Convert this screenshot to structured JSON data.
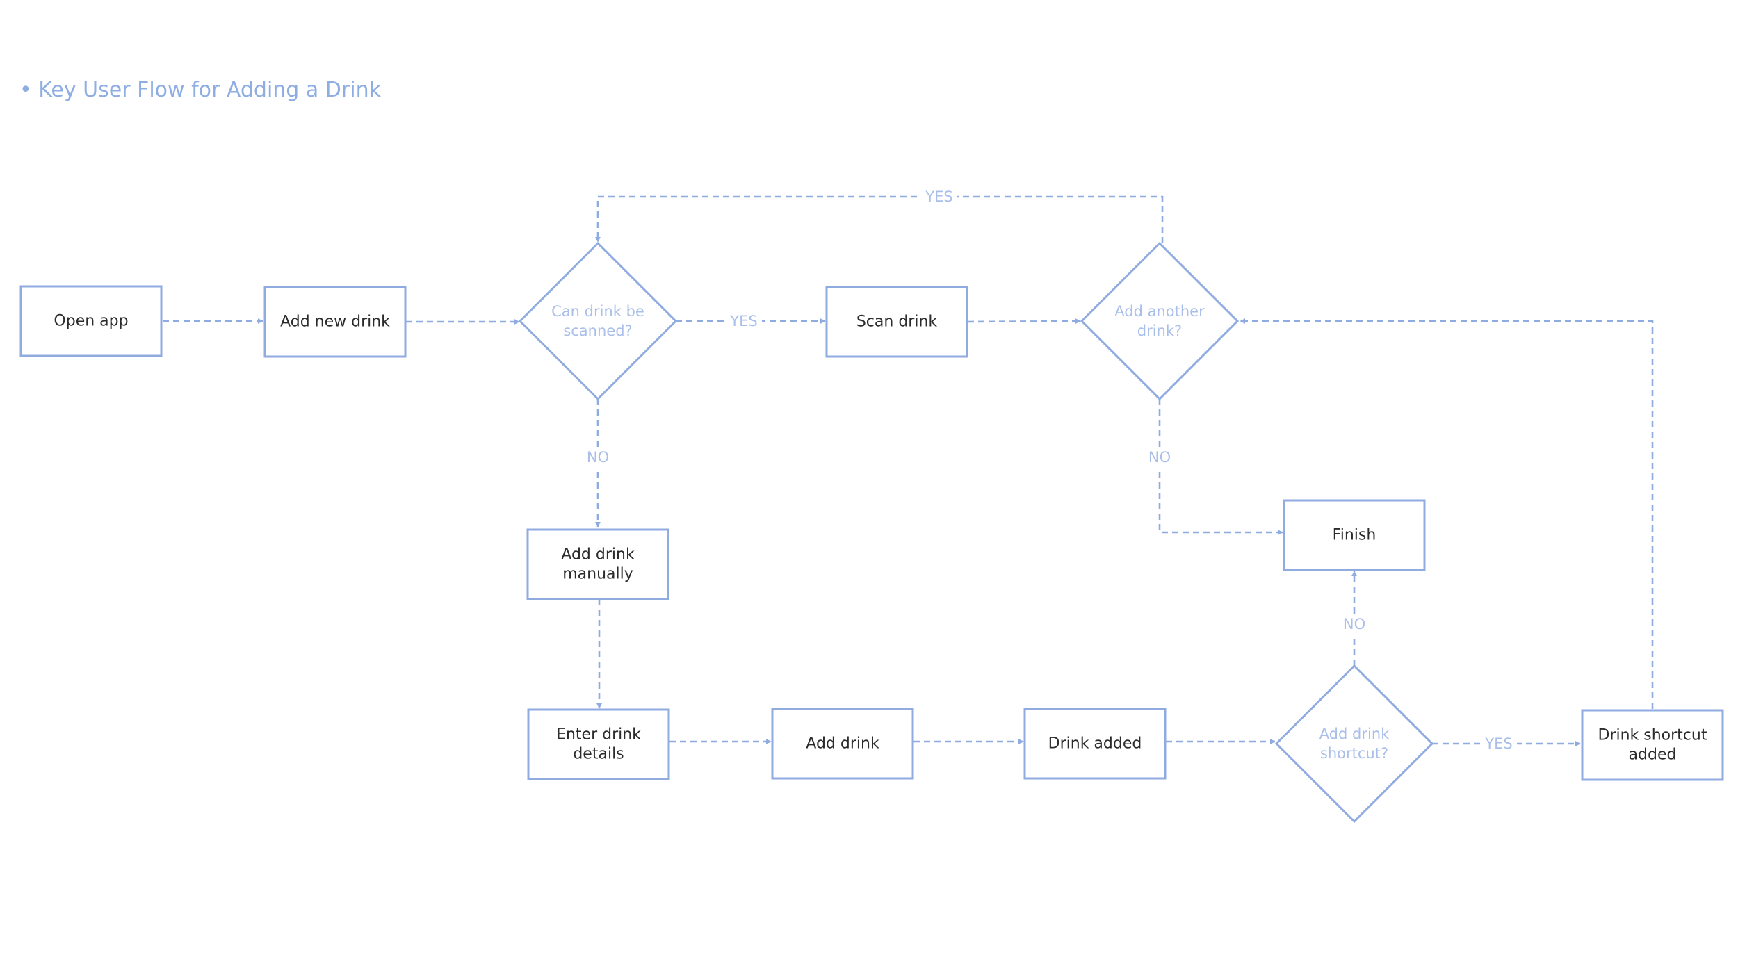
{
  "title": "• Key User Flow for Adding a Drink",
  "colors": {
    "line": "#8fabe0",
    "heading": "#8eaee3",
    "decision_text": "#a9bfe9",
    "box_text": "#2b2b2b"
  },
  "nodes": [
    {
      "id": "open_app",
      "shape": "process",
      "lines": [
        "Open app"
      ]
    },
    {
      "id": "add_new_drink",
      "shape": "process",
      "lines": [
        "Add new drink"
      ]
    },
    {
      "id": "can_scan",
      "shape": "decision",
      "lines": [
        "Can drink be",
        "scanned?"
      ]
    },
    {
      "id": "scan_drink",
      "shape": "process",
      "lines": [
        "Scan drink"
      ]
    },
    {
      "id": "add_another",
      "shape": "decision",
      "lines": [
        "Add another",
        "drink?"
      ]
    },
    {
      "id": "add_manually",
      "shape": "process",
      "lines": [
        "Add drink",
        "manually"
      ]
    },
    {
      "id": "finish",
      "shape": "process",
      "lines": [
        "Finish"
      ]
    },
    {
      "id": "enter_details",
      "shape": "process",
      "lines": [
        "Enter drink",
        "details"
      ]
    },
    {
      "id": "add_drink",
      "shape": "process",
      "lines": [
        "Add drink"
      ]
    },
    {
      "id": "drink_added",
      "shape": "process",
      "lines": [
        "Drink added"
      ]
    },
    {
      "id": "add_shortcut",
      "shape": "decision",
      "lines": [
        "Add drink",
        "shortcut?"
      ]
    },
    {
      "id": "shortcut_added",
      "shape": "process",
      "lines": [
        "Drink shortcut",
        "added"
      ]
    }
  ],
  "edges": [
    {
      "from": "open_app",
      "to": "add_new_drink",
      "label": ""
    },
    {
      "from": "add_new_drink",
      "to": "can_scan",
      "label": ""
    },
    {
      "from": "can_scan",
      "to": "scan_drink",
      "label": "YES"
    },
    {
      "from": "scan_drink",
      "to": "add_another",
      "label": ""
    },
    {
      "from": "add_another",
      "to": "can_scan",
      "label": "YES"
    },
    {
      "from": "can_scan",
      "to": "add_manually",
      "label": "NO"
    },
    {
      "from": "add_another",
      "to": "finish",
      "label": "NO"
    },
    {
      "from": "add_manually",
      "to": "enter_details",
      "label": ""
    },
    {
      "from": "enter_details",
      "to": "add_drink",
      "label": ""
    },
    {
      "from": "add_drink",
      "to": "drink_added",
      "label": ""
    },
    {
      "from": "drink_added",
      "to": "add_shortcut",
      "label": ""
    },
    {
      "from": "add_shortcut",
      "to": "shortcut_added",
      "label": "YES"
    },
    {
      "from": "add_shortcut",
      "to": "finish",
      "label": "NO"
    },
    {
      "from": "shortcut_added",
      "to": "add_another",
      "label": ""
    }
  ]
}
